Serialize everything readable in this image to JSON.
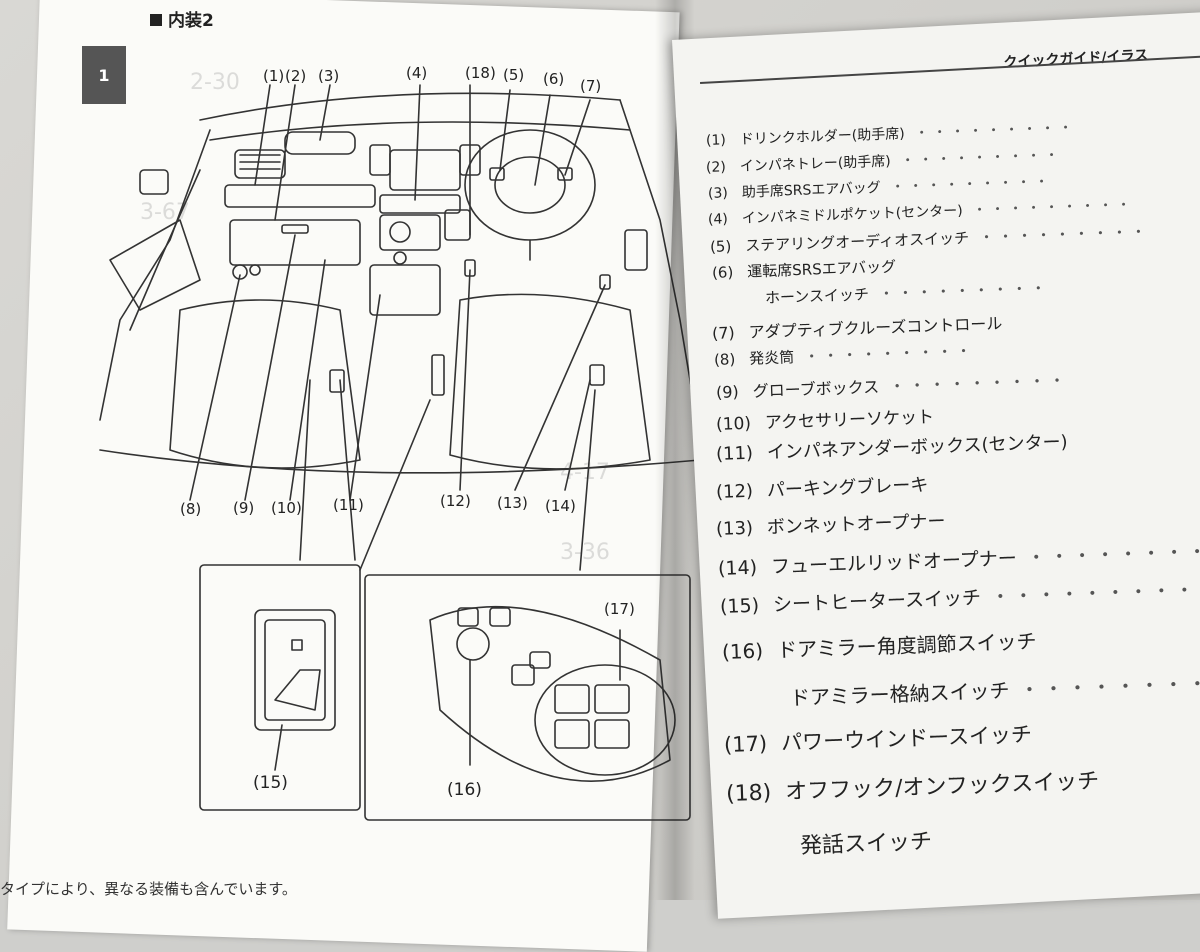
{
  "left_page": {
    "section_title": "内装2",
    "chapter_number": "1",
    "footer_note": "タイプにより、異なる装備も含んでいます。",
    "callouts": {
      "c1": "(1)",
      "c2": "(2)",
      "c3": "(3)",
      "c4": "(4)",
      "c18": "(18)",
      "c5": "(5)",
      "c6": "(6)",
      "c7": "(7)",
      "c8": "(8)",
      "c9": "(9)",
      "c10": "(10)",
      "c11": "(11)",
      "c12": "(12)",
      "c13": "(13)",
      "c14": "(14)",
      "c15": "(15)",
      "c16": "(16)",
      "c17": "(17)"
    }
  },
  "right_page": {
    "header": "クイックガイド/イラス",
    "items": [
      {
        "num": "(1)",
        "label": "ドリンクホルダー(助手席)"
      },
      {
        "num": "(2)",
        "label": "インパネトレー(助手席)"
      },
      {
        "num": "(3)",
        "label": "助手席SRSエアバッグ"
      },
      {
        "num": "(4)",
        "label": "インパネミドルポケット(センター)"
      },
      {
        "num": "(5)",
        "label": "ステアリングオーディオスイッチ"
      },
      {
        "num": "(6)",
        "label": "運転席SRSエアバッグ"
      },
      {
        "num": "",
        "label": "ホーンスイッチ"
      },
      {
        "num": "(7)",
        "label": "アダプティブクルーズコントロール"
      },
      {
        "num": "(8)",
        "label": "発炎筒"
      },
      {
        "num": "(9)",
        "label": "グローブボックス"
      },
      {
        "num": "(10)",
        "label": "アクセサリーソケット"
      },
      {
        "num": "(11)",
        "label": "インパネアンダーボックス(センター)"
      },
      {
        "num": "(12)",
        "label": "パーキングブレーキ"
      },
      {
        "num": "(13)",
        "label": "ボンネットオープナー"
      },
      {
        "num": "(14)",
        "label": "フューエルリッドオープナー"
      },
      {
        "num": "(15)",
        "label": "シートヒータースイッチ"
      },
      {
        "num": "(16)",
        "label": "ドアミラー角度調節スイッチ"
      },
      {
        "num": "",
        "label": "ドアミラー格納スイッチ"
      },
      {
        "num": "(17)",
        "label": "パワーウインドースイッチ"
      },
      {
        "num": "(18)",
        "label": "オフフック/オンフックスイッチ"
      },
      {
        "num": "",
        "label": "発話スイッチ"
      }
    ],
    "dots": "・・・・・・・・・"
  }
}
